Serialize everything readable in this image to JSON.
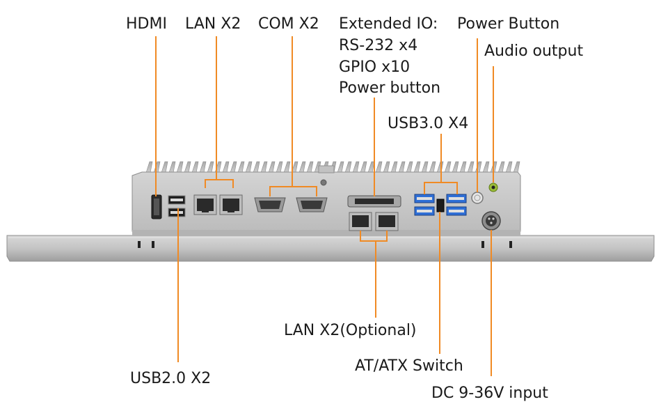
{
  "labels": {
    "hdmi": "HDMI",
    "lan_top": "LAN X2",
    "com": "COM X2",
    "ext_io_title": "Extended IO:",
    "ext_io_rs232": "RS-232 x4",
    "ext_io_gpio": "GPIO x10",
    "ext_io_power": "Power button",
    "power_button": "Power Button",
    "audio_output": "Audio output",
    "usb3": "USB3.0 X4",
    "usb2": "USB2.0 X2",
    "lan_optional": "LAN X2(Optional)",
    "atatx_switch": "AT/ATX Switch",
    "dc_input": "DC 9-36V input"
  },
  "colors": {
    "leader": "#f08a24",
    "chassis": "#c9c9c9",
    "chassis_dark": "#9c9c9c",
    "bezel": "#bdbdbd",
    "usb3_blue": "#2f6fd6",
    "port_silver": "#a8a8a8"
  }
}
